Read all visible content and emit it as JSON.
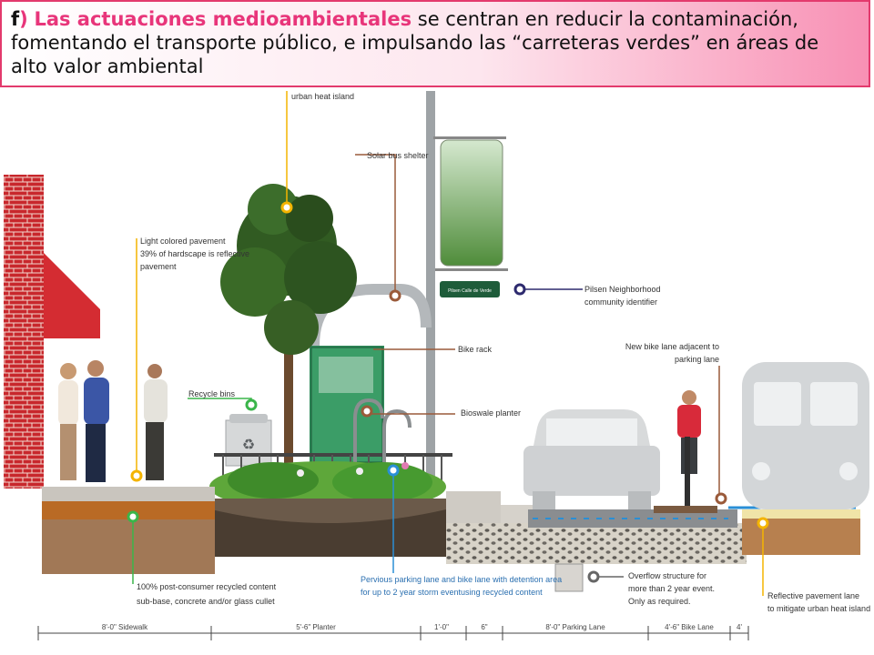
{
  "banner": {
    "letter": "f",
    "paren": ")",
    "lead": "Las actuaciones medioambientales",
    "rest": " se centran en reducir la contaminación, fomentando el transporte público, e impulsando las “carreteras verdes” en áreas de alto valor ambiental"
  },
  "diagram": {
    "labels": {
      "urban_heat_island": "urban heat island",
      "solar_bus_shelter": "Solar bus shelter",
      "light_pavement_1": "Light colored pavement",
      "light_pavement_2": "39% of hardscape is reflective",
      "light_pavement_3": "pavement",
      "pilsen_1": "Pilsen Neighborhood",
      "pilsen_2": "community identifier",
      "sign_text": "Pilsen Calle de Verde",
      "bike_rack": "Bike rack",
      "new_bike_lane_1": "New bike lane adjacent to",
      "new_bike_lane_2": "parking lane",
      "recycle_bins": "Recycle bins",
      "bioswale": "Bioswale planter",
      "recycled_1": "100% post-consumer recycled content",
      "recycled_2": "sub-base, concrete and/or glass cullet",
      "pervious_1": "Pervious parking lane and bike lane with detention area",
      "pervious_2": "for up to 2 year storm eventusing recycled content",
      "overflow_1": "Overflow structure for",
      "overflow_2": "more than 2 year event.",
      "overflow_3": "Only as required.",
      "reflective_1": "Reflective pavement lane",
      "reflective_2": "to mitigate urban heat island"
    },
    "dimensions": {
      "sidewalk": "8'-0\" Sidewalk",
      "planter": "5'-6\" Planter",
      "d1": "1'-0\"",
      "d2": "6\"",
      "parking": "8'-0\" Parking Lane",
      "bike": "4'-6\" Bike Lane",
      "d3": "4'"
    },
    "colors": {
      "accent": "#e33a6d",
      "callout_orange": "#f4b400",
      "callout_green": "#3ab54a",
      "callout_blue": "#2a8fd6",
      "callout_brown": "#9a5a3a",
      "callout_navy": "#2d2a6e",
      "callout_gray": "#666666"
    }
  }
}
